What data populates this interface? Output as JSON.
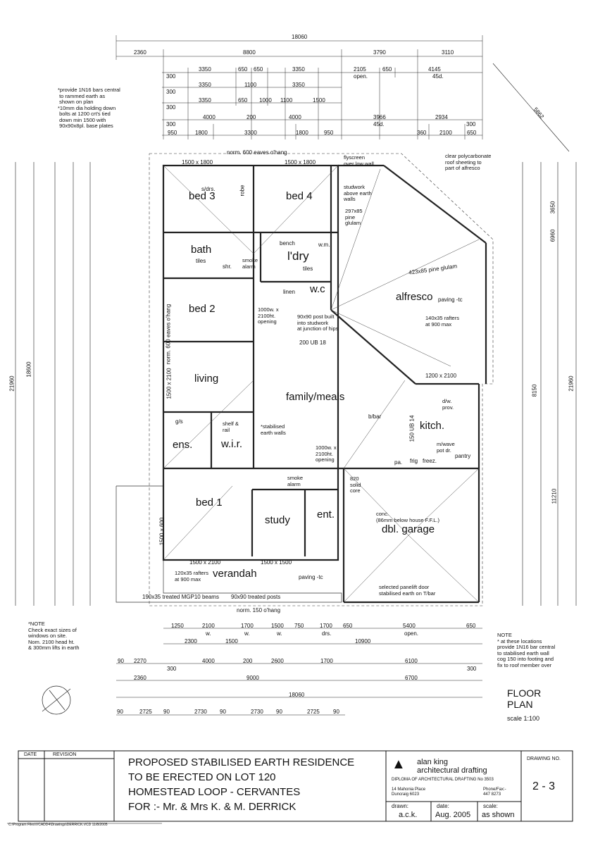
{
  "rooms": {
    "bed3": "bed 3",
    "bed4": "bed 4",
    "bath": "bath",
    "laundry": "l'dry",
    "wc": "w.c",
    "bed2": "bed 2",
    "alfresco": "alfresco",
    "living": "living",
    "family": "family/meals",
    "kitchen": "kitch.",
    "ens": "ens.",
    "wir": "w.i.r.",
    "bed1": "bed 1",
    "study": "study",
    "ent": "ent.",
    "garage": "dbl. garage",
    "verandah": "verandah"
  },
  "dims": {
    "total_top": "18060",
    "top1": [
      "2360",
      "8800",
      "3790",
      "3110"
    ],
    "r2": [
      "300",
      "3350",
      "650",
      "650",
      "3350",
      "2105",
      "650",
      "4145"
    ],
    "r2b": [
      "open.",
      "45d."
    ],
    "r3": [
      "300",
      "3350",
      "1100",
      "3350"
    ],
    "r4": [
      "300",
      "3350",
      "650",
      "1000",
      "1100",
      "1500"
    ],
    "r5": [
      "300",
      "4000",
      "200",
      "4000",
      "3966",
      "2934",
      "300"
    ],
    "r5b": [
      "45d."
    ],
    "r6": [
      "950",
      "1800",
      "3300",
      "1800",
      "950",
      "360",
      "2100",
      "650"
    ],
    "diag": "5862",
    "bot1": [
      "1250",
      "2100",
      "1700",
      "1500",
      "750",
      "1700",
      "650",
      "5400",
      "650"
    ],
    "bot1b": [
      "w.",
      "w.",
      "w.",
      "drs.",
      "open."
    ],
    "bot2": [
      "2300",
      "1500",
      "10900"
    ],
    "bot3": [
      "90",
      "2270",
      "300",
      "4000",
      "200",
      "2600",
      "1700",
      "6100",
      "300"
    ],
    "bot4": [
      "2360",
      "9000",
      "6700"
    ],
    "bot_total": "18060",
    "bot5": [
      "90",
      "2725",
      "90",
      "2730",
      "90",
      "2730",
      "90",
      "2725",
      "90"
    ],
    "left_total": "18600",
    "left_total2": "21960",
    "right_total": "21960",
    "right_outer": [
      "3650",
      "6960",
      "8150",
      "11210"
    ]
  },
  "labels": {
    "eaves_top": "norm. 600 eaves o'hang",
    "eaves_left": "norm. 600 eaves o'hang",
    "eaves_bot": "norm. 150 o'hang",
    "w1": "1500 x 1800",
    "w2": "1500 x 1800",
    "w3": "1500 x 2100",
    "w4": "1500 x 2100",
    "w5": "1500 x 1500",
    "w6": "1200 x 2100",
    "w7": "1500 x 600",
    "flyscreen": "flyscreen\nover low wall",
    "polycarb": "clear polycarbonate\nroof sheeting to\npart of alfresco",
    "studwork": "studwork\nabove earth\nwalls",
    "glulam": "297x85\npine\nglulam",
    "rafters_alf": "423x85 pine glulam",
    "rafters2": "140x35 rafters\nat 900 max",
    "beam_ub": "200 UB 18",
    "post": "90x90 post built\ninto studwork\nat junction of hips",
    "opening": "1000w. x\n2100ht.\nopening",
    "stab": "*stabilised\nearth walls",
    "smoke": "smoke\nalarm",
    "garage_note": "conc.\n(86mm below house F.F.L.)",
    "door": "selected panelift door\nstabilised earth on T/bar",
    "verandah_rafters": "120x35 rafters\nat 900 max",
    "verandah_beams": "190x35 treated MGP10 beams",
    "posts": "90x90 treated posts",
    "paving": "paving -tc",
    "solid_core": "820\nsolid\ncore",
    "bench": "bench",
    "wm": "w.m.",
    "linen": "linen",
    "robe": "robe",
    "sdrs": "s/drs.",
    "shr": "shr.",
    "tiles": "tiles",
    "gs": "g/s",
    "shelf": "shelf &\nrail",
    "dw": "d/w.\nprov.",
    "mwave": "m/wave\npot dr.",
    "pantry": "pantry",
    "fridge": "frig",
    "freez": "freez.",
    "pa": "pa.",
    "bbar": "b/bar",
    "ub150": "150 UB 14"
  },
  "notes": {
    "top": "*provide 1N16 bars central\n to rammed earth as\n shown on plan\n*10mm dia holding down\n bolts at 1200 crt's tied\n down min 1500 with\n 90x90x8pl. base plates",
    "bottom_left": "*NOTE\nCheck exact sizes of\nwindows on site.\nNom. 2100 head ht.\n& 300mm lifts in earth",
    "bottom_right": "NOTE\n* at these locations\nprovide 1N16 bar central\nto stabilised earth wall\ncog 150 into footing and\nfix to roof member over"
  },
  "plan_title": "FLOOR\nPLAN",
  "scale": "scale 1:100",
  "titleblock": {
    "date_h": "DATE",
    "revision_h": "REVISION",
    "title": [
      "PROPOSED STABILISED EARTH RESIDENCE",
      "TO BE ERECTED ON LOT 120",
      "HOMESTEAD LOOP - CERVANTES",
      "FOR :- Mr. & Mrs K. & M. DERRICK"
    ],
    "firm": "alan king\narchitectural drafting",
    "diploma": "DIPLOMA OF ARCHITECTURAL DRAFTING No 3503",
    "address": "14 Mahonia Place\nDuncraig 6023",
    "phone": "Phone/Fax:-\n447 8273",
    "drawn_h": "drawn:",
    "drawn": "a.c.k.",
    "date_l": "date:",
    "date": "Aug. 2005",
    "scale_l": "scale:",
    "scale": "as shown",
    "drawing_no_h": "DRAWING NO.",
    "drawing_no": "2 - 3",
    "path": "C:\\Program Files\\VCADD4\\Drawings\\DERRICK.VCD 11/8/2005"
  }
}
